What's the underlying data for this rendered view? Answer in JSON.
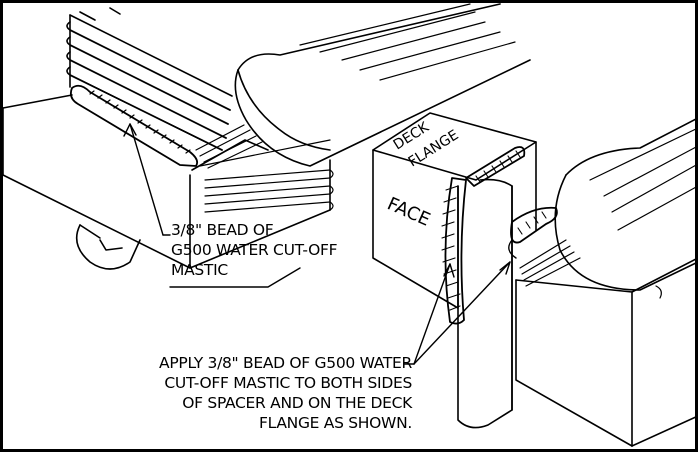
{
  "drawing_labels": {
    "face": "FACE",
    "deck_flange_line1": "DECK",
    "deck_flange_line2": "FLANGE"
  },
  "callouts": {
    "bead_mastic": {
      "lines": [
        "3/8\" BEAD OF",
        "G500 WATER CUT-OFF",
        "MASTIC"
      ]
    },
    "apply_instruction": {
      "lines": [
        "APPLY 3/8\" BEAD OF G500 WATER",
        "CUT-OFF MASTIC TO BOTH SIDES",
        "OF SPACER AND ON THE DECK",
        "FLANGE AS SHOWN."
      ]
    }
  }
}
